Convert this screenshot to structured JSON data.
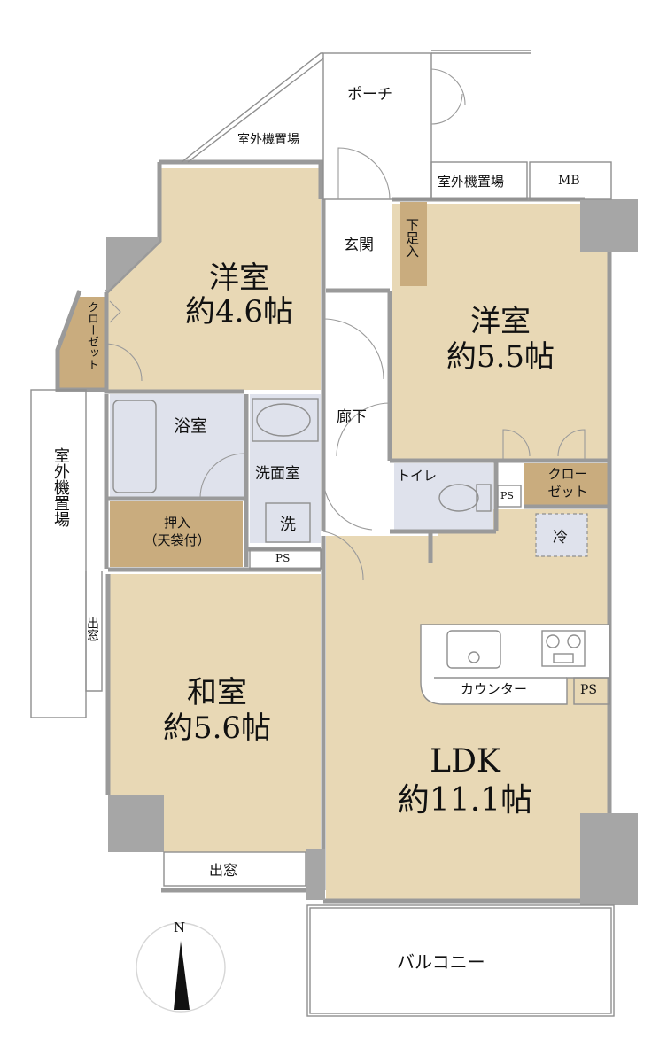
{
  "rooms": {
    "western_a": {
      "name": "洋室",
      "size": "約4.6帖"
    },
    "western_b": {
      "name": "洋室",
      "size": "約5.5帖"
    },
    "japanese": {
      "name": "和室",
      "size": "約5.6帖"
    },
    "ldk": {
      "name": "LDK",
      "size": "約11.1帖"
    },
    "bath": "浴室",
    "washroom": "洗面室",
    "washer": "洗",
    "entrance": "玄関",
    "shoe_storage": "下足入",
    "hallway": "廊下",
    "toilet": "トイレ",
    "porch": "ポーチ",
    "balcony": "バルコニー",
    "fridge": "冷",
    "counter": "カウンター",
    "mb": "MB"
  },
  "storage": {
    "closet_left": "クローゼット",
    "closet_right_1": "クロー",
    "closet_right_2": "ゼット",
    "oshiire_1": "押入",
    "oshiire_2": "（天袋付）"
  },
  "outdoor_unit": {
    "top": "室外機置場",
    "mid": "室外機置場",
    "side": "室外機置場"
  },
  "windows": {
    "bay_side": "出窓",
    "bay_bottom": "出窓"
  },
  "ps_labels": [
    "PS",
    "PS",
    "PS"
  ],
  "compass": "N",
  "colors": {
    "wood": "#e8d8b5",
    "storage": "#c9ac7e",
    "wet": "#dfe2ec",
    "wall": "#9a9a9a",
    "column": "#a6a6a6"
  }
}
